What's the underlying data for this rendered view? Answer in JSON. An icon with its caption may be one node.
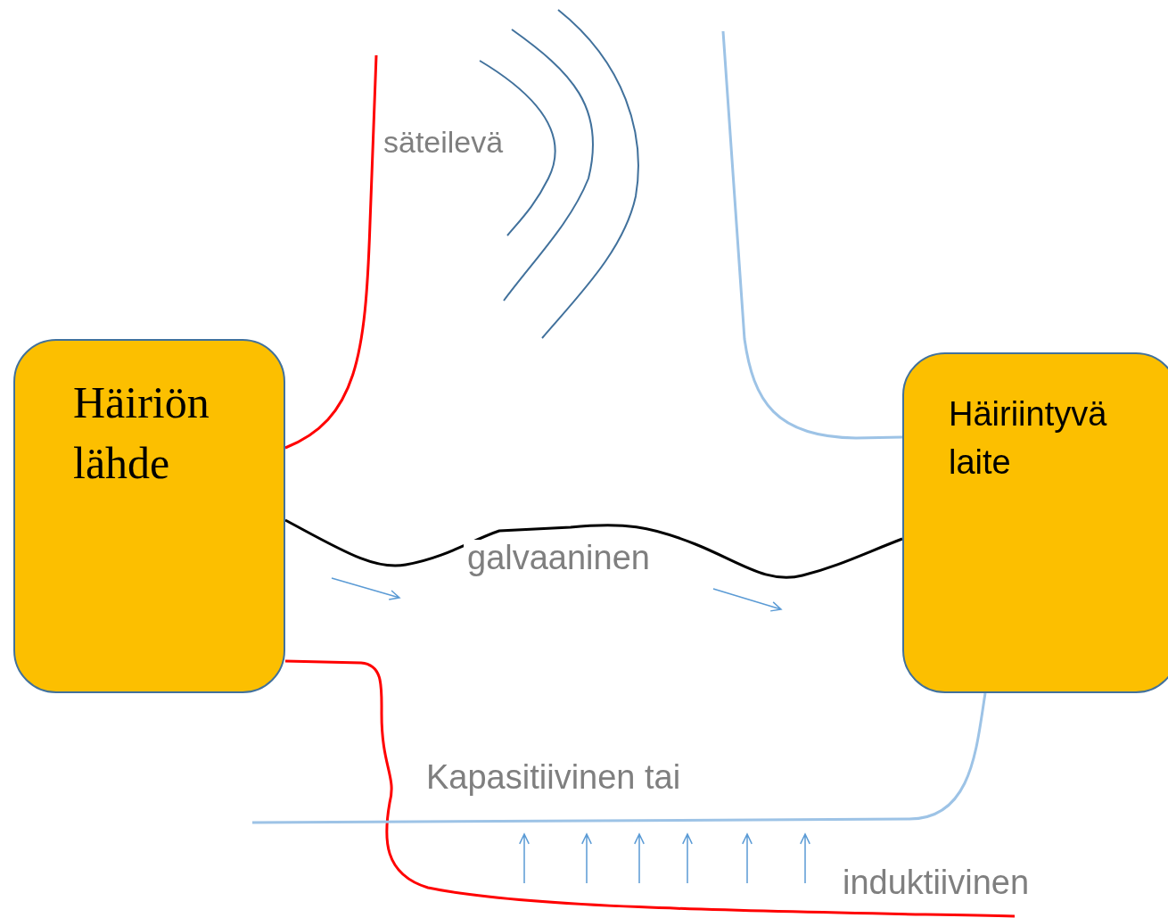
{
  "diagram": {
    "nodes": [
      {
        "text": [
          "Häiriön lähde"
        ]
      },
      {
        "text": [
          "Häiriintyvä laite"
        ]
      }
    ],
    "edges": [
      {
        "from": 0,
        "to": 1,
        "arrow": "none",
        "label": "galvaaninen",
        "color": "#000000"
      },
      {
        "from": 0,
        "to": null,
        "arrow": "none",
        "color": "#ff0000"
      },
      {
        "from": 1,
        "to": null,
        "arrow": "none",
        "color": "#9dc3e6"
      },
      {
        "from": 0,
        "to": null,
        "arrow": "none",
        "color": "#ff0000"
      },
      {
        "from": 1,
        "to": null,
        "arrow": "none",
        "color": "#9dc3e6"
      }
    ],
    "labels": [
      "säteilevä",
      "Kapasitiivinen tai",
      "induktiivinen"
    ]
  }
}
